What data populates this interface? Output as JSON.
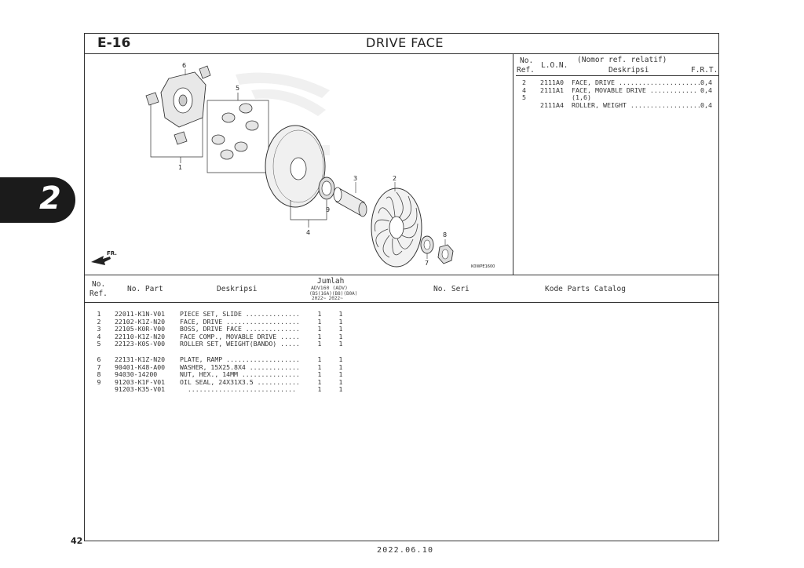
{
  "section_tab": "2",
  "page_number": "42",
  "header": {
    "code": "E-16",
    "title": "DRIVE FACE"
  },
  "ref_table": {
    "col_no": "No.",
    "col_ref": "Ref.",
    "col_lon": "L.O.N.",
    "col_relatif": "(Nomor ref. relatif)",
    "col_desc": "Deskripsi",
    "col_frt": "F.R.T.",
    "rows": [
      {
        "ref": "2",
        "lon": "2111A0",
        "desc": "FACE, DRIVE .....................",
        "frt": "0,4"
      },
      {
        "ref": "4",
        "lon": "2111A1",
        "desc": "FACE, MOVABLE DRIVE ............",
        "frt": "0,4"
      },
      {
        "ref": "5",
        "lon": "",
        "desc": "(1,6)",
        "frt": ""
      },
      {
        "ref": "",
        "lon": "2111A4",
        "desc": "ROLLER, WEIGHT ..................",
        "frt": "0,4"
      }
    ]
  },
  "diagram": {
    "code": "K0WPE1600",
    "arrow_label": "FR.",
    "callouts": [
      "1",
      "2",
      "3",
      "4",
      "5",
      "6",
      "7",
      "8",
      "9"
    ]
  },
  "parts_table": {
    "headers": {
      "no": "No.",
      "ref": "Ref.",
      "part": "No. Part",
      "desc": "Deskripsi",
      "jumlah": "Jumlah",
      "model": "ADV160 (ADV)",
      "variant": "(BS(16A)(B8)(B0A)",
      "years": "2022~   2022~",
      "seri": "No. Seri",
      "kode": "Kode Parts Catalog"
    },
    "rows": [
      {
        "ref": "1",
        "part": "22011-K1N-V01",
        "desc": "PIECE SET, SLIDE ..............",
        "q1": "1",
        "q2": "1"
      },
      {
        "ref": "2",
        "part": "22102-K1Z-N20",
        "desc": "FACE, DRIVE ...................",
        "q1": "1",
        "q2": "1"
      },
      {
        "ref": "3",
        "part": "22105-K0R-V00",
        "desc": "BOSS, DRIVE FACE ..............",
        "q1": "1",
        "q2": "1"
      },
      {
        "ref": "4",
        "part": "22110-K1Z-N20",
        "desc": "FACE COMP., MOVABLE DRIVE .....",
        "q1": "1",
        "q2": "1"
      },
      {
        "ref": "5",
        "part": "22123-K0S-V00",
        "desc": "ROLLER SET, WEIGHT(BANDO) .....",
        "q1": "1",
        "q2": "1"
      },
      {
        "ref": "6",
        "part": "22131-K1Z-N20",
        "desc": "PLATE, RAMP ...................",
        "q1": "1",
        "q2": "1"
      },
      {
        "ref": "7",
        "part": "90401-K48-A00",
        "desc": "WASHER, 15X25.8X4 .............",
        "q1": "1",
        "q2": "1"
      },
      {
        "ref": "8",
        "part": "94030-14200",
        "desc": "NUT, HEX., 14MM ...............",
        "q1": "1",
        "q2": "1"
      },
      {
        "ref": "9",
        "part": "91203-K1F-V01",
        "desc": "OIL SEAL, 24X31X3.5 ...........",
        "q1": "1",
        "q2": "1"
      },
      {
        "ref": "",
        "part": "91203-K35-V01",
        "desc": "  ............................",
        "q1": "1",
        "q2": "1"
      }
    ]
  },
  "footer_date": "2022.06.10"
}
